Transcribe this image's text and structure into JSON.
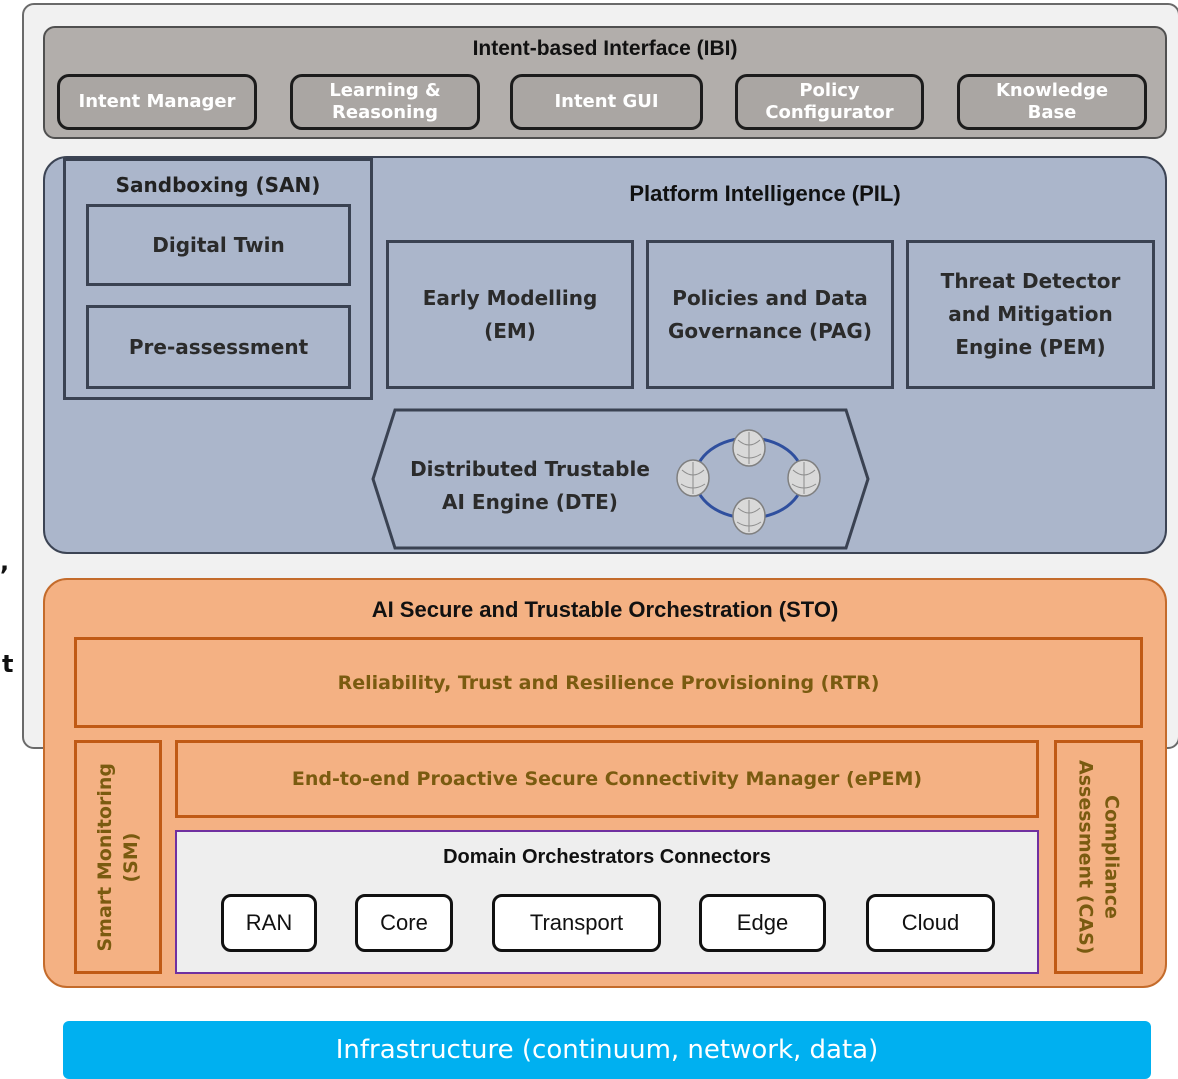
{
  "ibi": {
    "title": "Intent-based Interface (IBI)",
    "boxes": [
      {
        "lines": [
          "Intent Manager"
        ]
      },
      {
        "lines": [
          "Learning &",
          "Reasoning"
        ]
      },
      {
        "lines": [
          "Intent GUI"
        ]
      },
      {
        "lines": [
          "Policy",
          "Configurator"
        ]
      },
      {
        "lines": [
          "Knowledge",
          "Base"
        ]
      }
    ]
  },
  "pil": {
    "title": "Platform Intelligence (PIL)",
    "san": {
      "title": "Sandboxing (SAN)",
      "boxes": [
        "Digital Twin",
        "Pre-assessment"
      ]
    },
    "modules": [
      {
        "lines": [
          "Early Modelling",
          "(EM)"
        ]
      },
      {
        "lines": [
          "Policies and Data",
          "Governance (PAG)"
        ]
      },
      {
        "lines": [
          "Threat Detector",
          "and  Mitigation",
          "Engine (PEM)"
        ]
      }
    ],
    "dte": {
      "lines": [
        "Distributed Trustable",
        "AI Engine (DTE)"
      ]
    }
  },
  "sto": {
    "title": "AI Secure and Trustable Orchestration (STO)",
    "rtr": "Reliability, Trust and Resilience Provisioning  (RTR)",
    "sm": {
      "lines": [
        "Smart Monitoring",
        "(SM)"
      ]
    },
    "cas": {
      "lines": [
        "Compliance",
        "Assessment (CAS)"
      ]
    },
    "epem": "End-to-end Proactive Secure Connectivity Manager (ePEM)",
    "doc": {
      "title": "Domain Orchestrators Connectors",
      "domains": [
        "RAN",
        "Core",
        "Transport",
        "Edge",
        "Cloud"
      ]
    }
  },
  "infrastructure": "Infrastructure (continuum, network, data)",
  "left_fragments": [
    ",",
    "t"
  ],
  "colors": {
    "ibi_fill": "#b2aeab",
    "pil_fill": "#abb6cb",
    "sto_fill": "#f4b183",
    "sto_text": "#7a5b10",
    "infra_fill": "#00b0f0"
  }
}
